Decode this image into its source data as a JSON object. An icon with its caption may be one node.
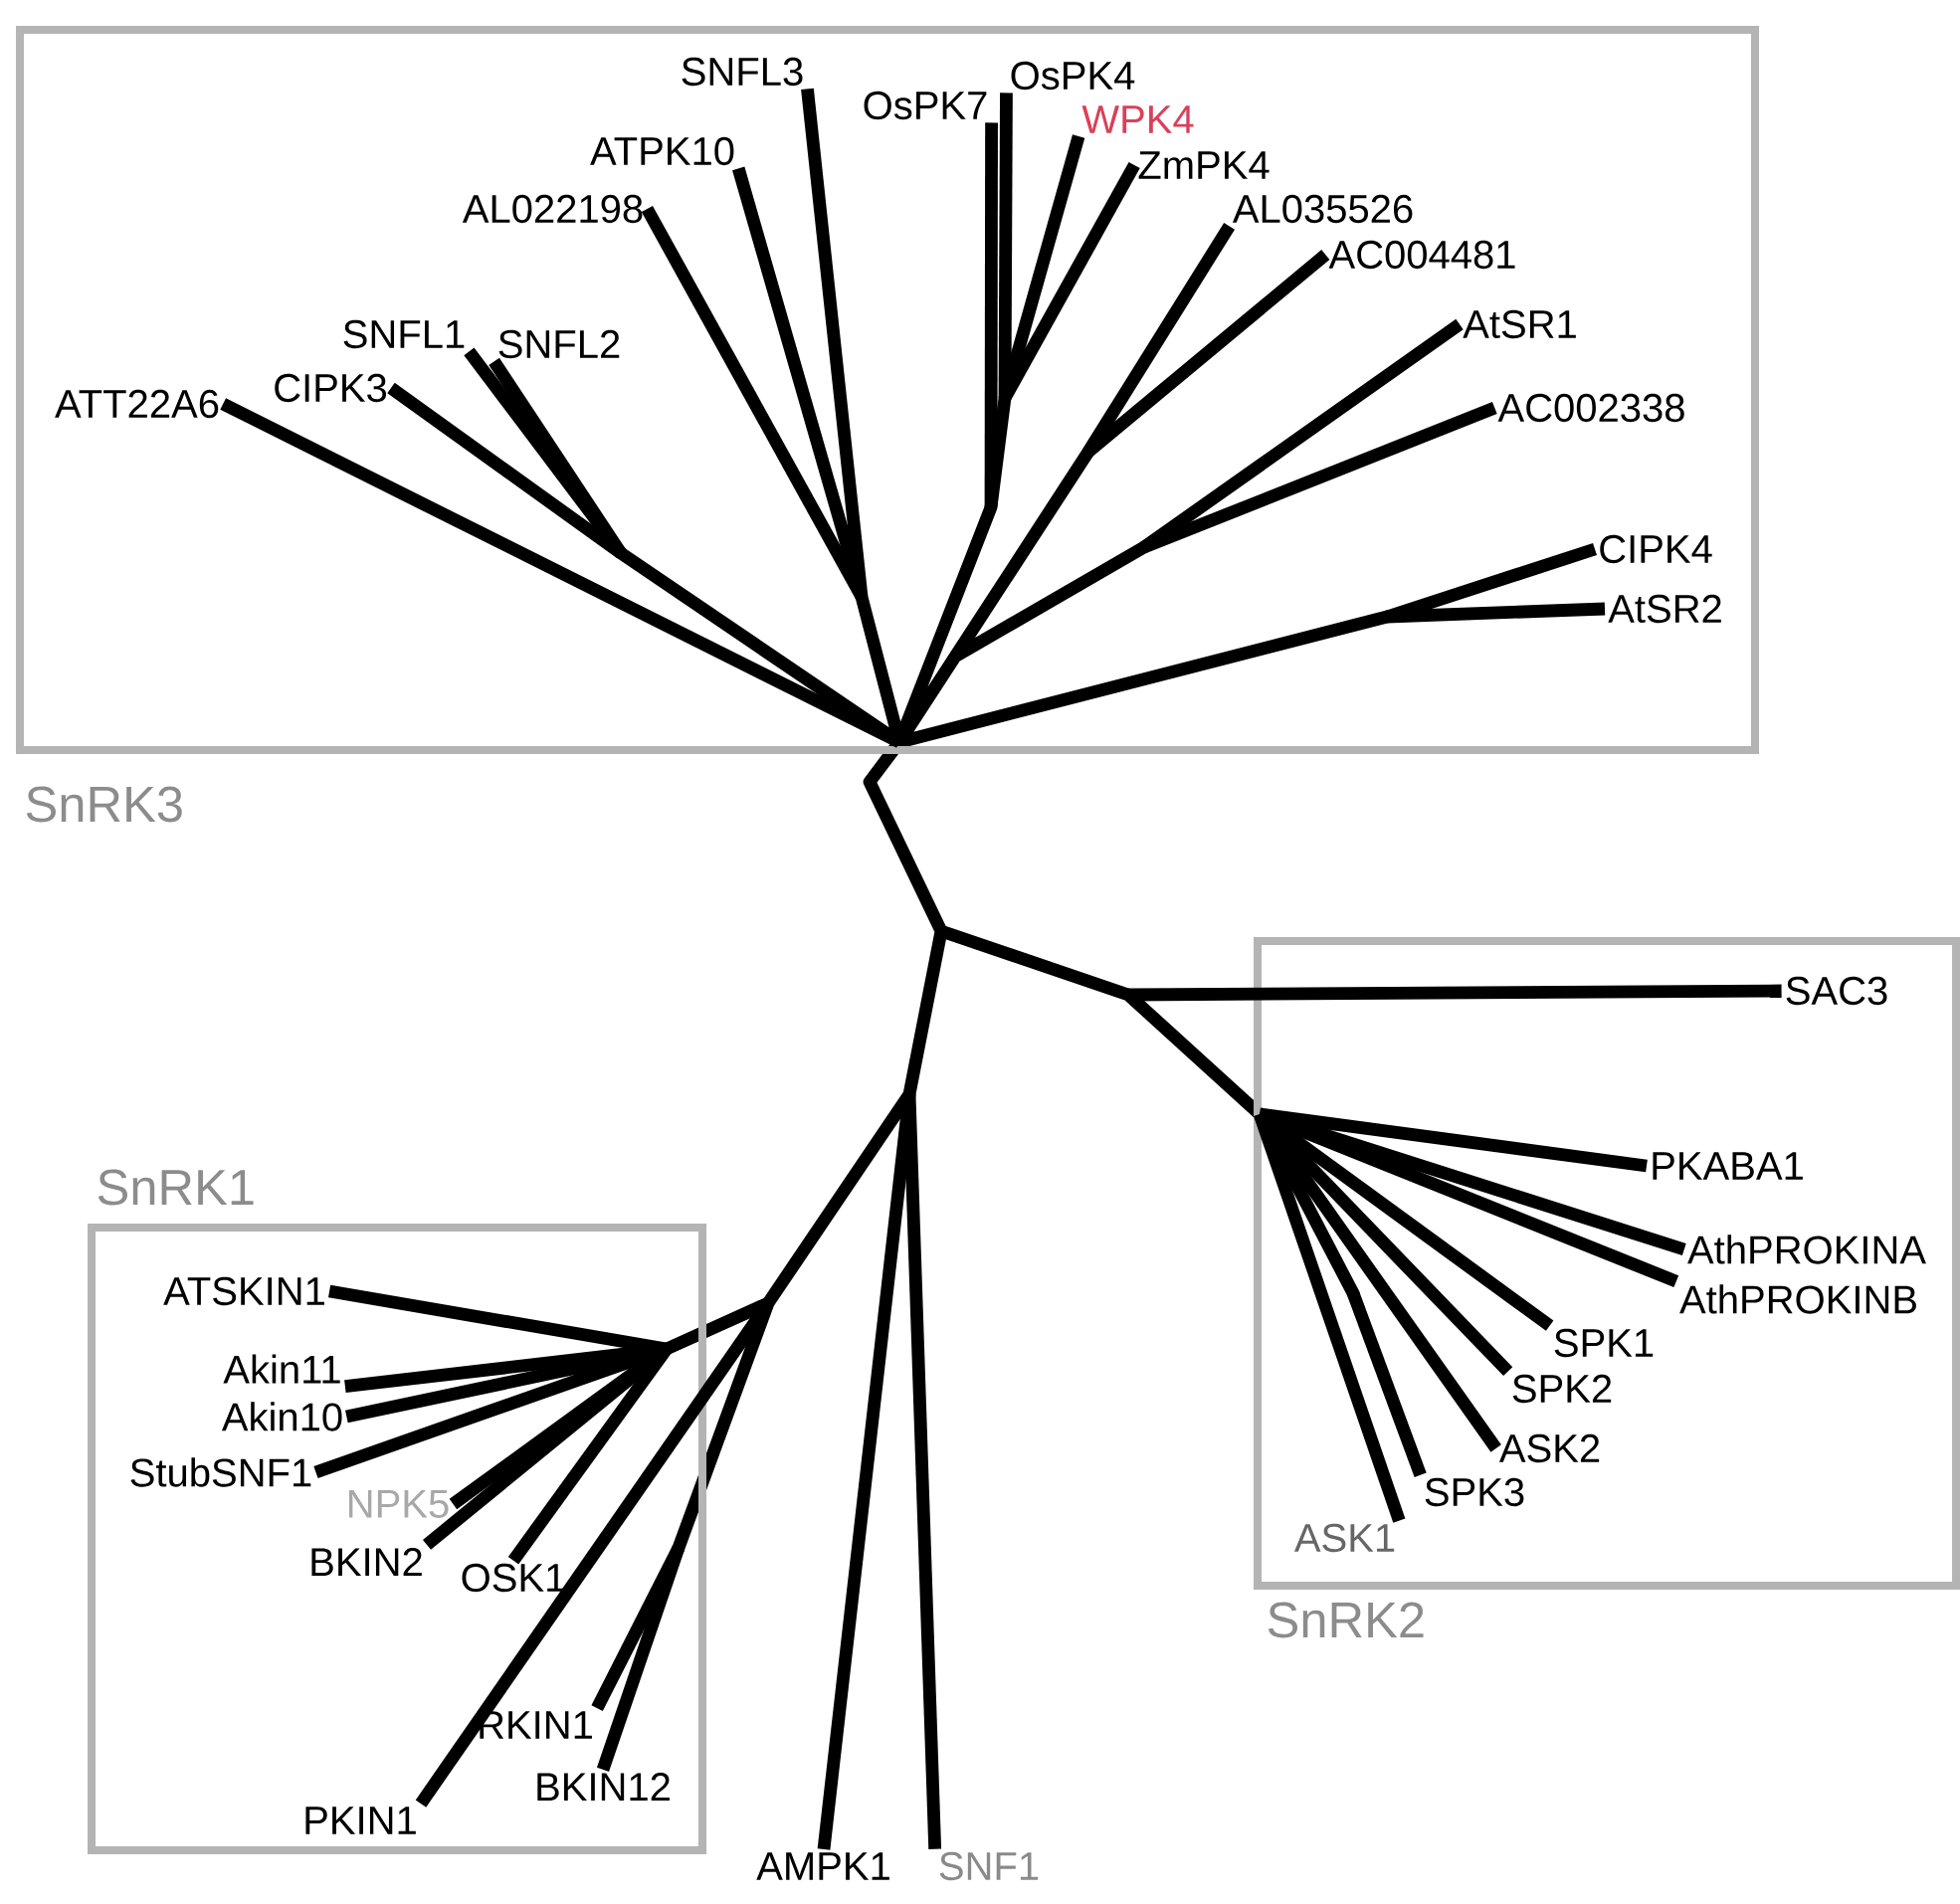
{
  "diagram": {
    "nodes": [
      {
        "text": [
          "SnRK3"
        ]
      },
      {
        "text": [
          "SNFL3"
        ],
        "in": 0
      },
      {
        "text": [
          "OsPK7"
        ],
        "in": 0
      },
      {
        "text": [
          "OsPK4"
        ],
        "in": 0
      },
      {
        "text": [
          "WPK4"
        ],
        "in": 0
      },
      {
        "text": [
          "ATPK10"
        ],
        "in": 0
      },
      {
        "text": [
          "ZmPK4"
        ],
        "in": 0
      },
      {
        "text": [
          "AL022198"
        ],
        "in": 0
      },
      {
        "text": [
          "AL035526"
        ],
        "in": 0
      },
      {
        "text": [
          "AC004481"
        ],
        "in": 0
      },
      {
        "text": [
          "AtSR1"
        ],
        "in": 0
      },
      {
        "text": [
          "SNFL1"
        ],
        "in": 0
      },
      {
        "text": [
          "SNFL2"
        ],
        "in": 0
      },
      {
        "text": [
          "CIPK3"
        ],
        "in": 0
      },
      {
        "text": [
          "ATT22A6"
        ],
        "in": 0
      },
      {
        "text": [
          "AC002338"
        ],
        "in": 0
      },
      {
        "text": [
          "CIPK4"
        ],
        "in": 0
      },
      {
        "text": [
          "AtSR2"
        ],
        "in": 0
      },
      {
        "text": [
          "SnRK2"
        ]
      },
      {
        "text": [
          "SAC3"
        ],
        "in": 18
      },
      {
        "text": [
          "PKABA1"
        ],
        "in": 18
      },
      {
        "text": [
          "AthPROKINA"
        ],
        "in": 18
      },
      {
        "text": [
          "AthPROKINB"
        ],
        "in": 18
      },
      {
        "text": [
          "SPK1"
        ],
        "in": 18
      },
      {
        "text": [
          "SPK2"
        ],
        "in": 18
      },
      {
        "text": [
          "ASK2"
        ],
        "in": 18
      },
      {
        "text": [
          "SPK3"
        ],
        "in": 18
      },
      {
        "text": [
          "ASK1"
        ],
        "in": 18
      },
      {
        "text": [
          "SnRK1"
        ]
      },
      {
        "text": [
          "ATSKIN1"
        ],
        "in": 28
      },
      {
        "text": [
          "Akin11"
        ],
        "in": 28
      },
      {
        "text": [
          "Akin10"
        ],
        "in": 28
      },
      {
        "text": [
          "StubSNF1"
        ],
        "in": 28
      },
      {
        "text": [
          "NPK5"
        ],
        "in": 28
      },
      {
        "text": [
          "BKIN2"
        ],
        "in": 28
      },
      {
        "text": [
          "OSK1"
        ],
        "in": 28
      },
      {
        "text": [
          "RKIN1"
        ],
        "in": 28
      },
      {
        "text": [
          "BKIN12"
        ],
        "in": 28
      },
      {
        "text": [
          "PKIN1"
        ],
        "in": 28
      },
      {
        "text": [
          "AMPK1"
        ]
      },
      {
        "text": [
          "SNF1"
        ]
      }
    ],
    "edges": [
      {
        "from": null,
        "to": 1,
        "arrow": "none"
      },
      {
        "from": null,
        "to": 2,
        "arrow": "none"
      },
      {
        "from": null,
        "to": 3,
        "arrow": "none"
      },
      {
        "from": null,
        "to": 4,
        "arrow": "none"
      },
      {
        "from": null,
        "to": 5,
        "arrow": "none"
      },
      {
        "from": null,
        "to": 6,
        "arrow": "none"
      },
      {
        "from": null,
        "to": 7,
        "arrow": "none"
      },
      {
        "from": null,
        "to": 8,
        "arrow": "none"
      },
      {
        "from": null,
        "to": 9,
        "arrow": "none"
      },
      {
        "from": null,
        "to": 10,
        "arrow": "none"
      },
      {
        "from": null,
        "to": 11,
        "arrow": "none"
      },
      {
        "from": null,
        "to": 12,
        "arrow": "none"
      },
      {
        "from": null,
        "to": 13,
        "arrow": "none"
      },
      {
        "from": null,
        "to": 14,
        "arrow": "none"
      },
      {
        "from": null,
        "to": 15,
        "arrow": "none"
      },
      {
        "from": null,
        "to": 16,
        "arrow": "none"
      },
      {
        "from": null,
        "to": 17,
        "arrow": "none"
      },
      {
        "from": null,
        "to": 19,
        "arrow": "none"
      },
      {
        "from": null,
        "to": 20,
        "arrow": "none"
      },
      {
        "from": null,
        "to": 21,
        "arrow": "none"
      },
      {
        "from": null,
        "to": 22,
        "arrow": "none"
      },
      {
        "from": null,
        "to": 23,
        "arrow": "none"
      },
      {
        "from": null,
        "to": 24,
        "arrow": "none"
      },
      {
        "from": null,
        "to": 25,
        "arrow": "none"
      },
      {
        "from": null,
        "to": 26,
        "arrow": "none"
      },
      {
        "from": null,
        "to": 27,
        "arrow": "none"
      },
      {
        "from": null,
        "to": 29,
        "arrow": "none"
      },
      {
        "from": null,
        "to": 30,
        "arrow": "none"
      },
      {
        "from": null,
        "to": 31,
        "arrow": "none"
      },
      {
        "from": null,
        "to": 32,
        "arrow": "none"
      },
      {
        "from": null,
        "to": 33,
        "arrow": "none"
      },
      {
        "from": null,
        "to": 34,
        "arrow": "none"
      },
      {
        "from": null,
        "to": 35,
        "arrow": "none"
      },
      {
        "from": null,
        "to": 36,
        "arrow": "none"
      },
      {
        "from": null,
        "to": 37,
        "arrow": "none"
      },
      {
        "from": null,
        "to": 38,
        "arrow": "none"
      },
      {
        "from": null,
        "to": 39,
        "arrow": "none"
      },
      {
        "from": null,
        "to": 40,
        "arrow": "none"
      }
    ]
  }
}
